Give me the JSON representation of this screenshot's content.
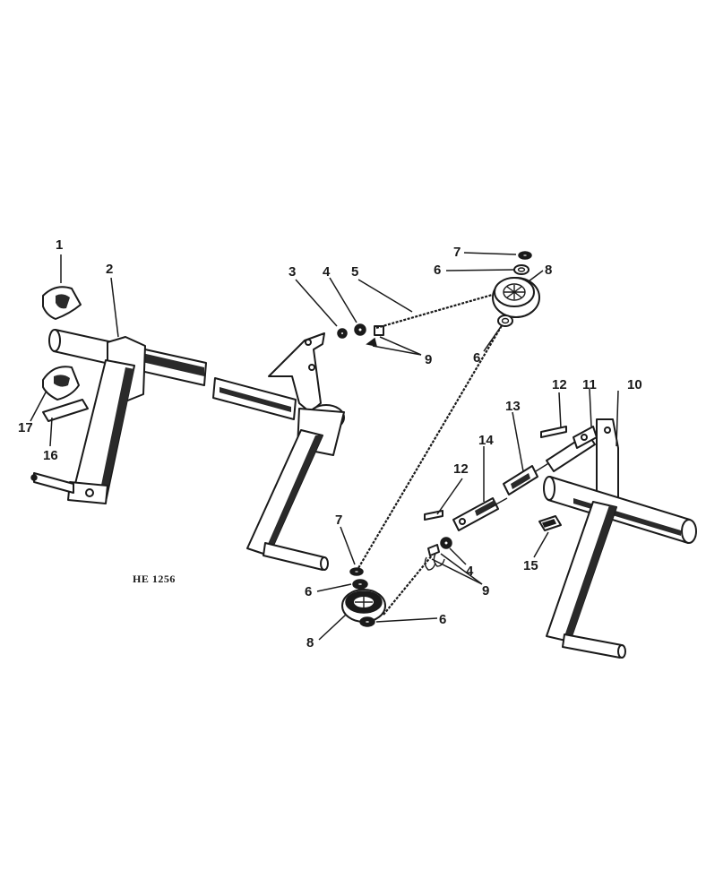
{
  "drawing_code": "HE 1256",
  "callouts": {
    "c1": "1",
    "c2": "2",
    "c3": "3",
    "c4a": "4",
    "c4b": "4",
    "c5": "5",
    "c6a": "6",
    "c6b": "6",
    "c6c": "6",
    "c6d": "6",
    "c7a": "7",
    "c7b": "7",
    "c8a": "8",
    "c8b": "8",
    "c9a": "9",
    "c9b": "9",
    "c10": "10",
    "c11": "11",
    "c12a": "12",
    "c12b": "12",
    "c13": "13",
    "c14": "14",
    "c15": "15",
    "c16": "16",
    "c17": "17"
  }
}
